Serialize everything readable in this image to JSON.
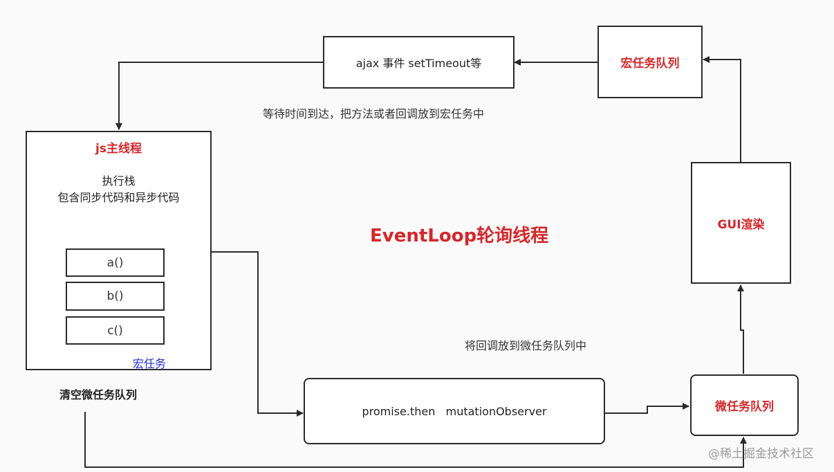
{
  "diagram": {
    "center_title": "EventLoop轮询线程",
    "main_thread": {
      "title": "js主线程",
      "line1": "执行栈",
      "line2": "包含同步代码和异步代码",
      "stack": [
        "a()",
        "b()",
        "c()"
      ],
      "footer": "宏任务"
    },
    "macro_source_box": "ajax 事件  setTimeout等",
    "macro_queue_box": "宏任务队列",
    "gui_box": "GUI渲染",
    "micro_queue_box": "微任务队列",
    "micro_source_box": "promise.then   mutationObserver",
    "labels": {
      "macro_note": "等待时间到达，把方法或者回调放到宏任务中",
      "micro_note": "将回调放到微任务队列中",
      "clear_micro": "清空微任务队列"
    },
    "colors": {
      "accent_red": "#d3282b",
      "accent_blue": "#1f2fd0",
      "border": "#2a2a2a"
    }
  },
  "watermark": "@稀土掘金技术社区"
}
